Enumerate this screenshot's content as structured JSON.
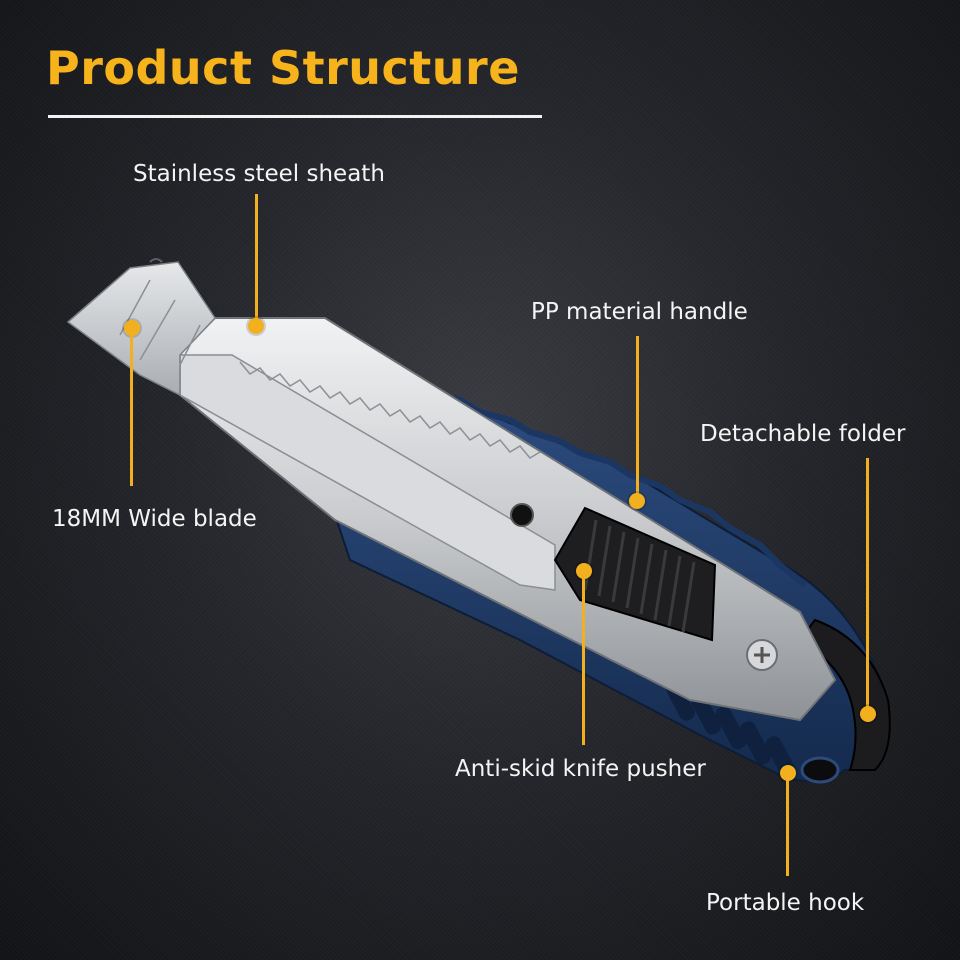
{
  "title": "Product Structure",
  "accent_color": "#f2b01e",
  "labels": {
    "sheath": "Stainless steel sheath",
    "handle": "PP material handle",
    "folder": "Detachable folder",
    "blade": "18MM Wide blade",
    "pusher": "Anti-skid knife pusher",
    "hook": "Portable hook"
  }
}
